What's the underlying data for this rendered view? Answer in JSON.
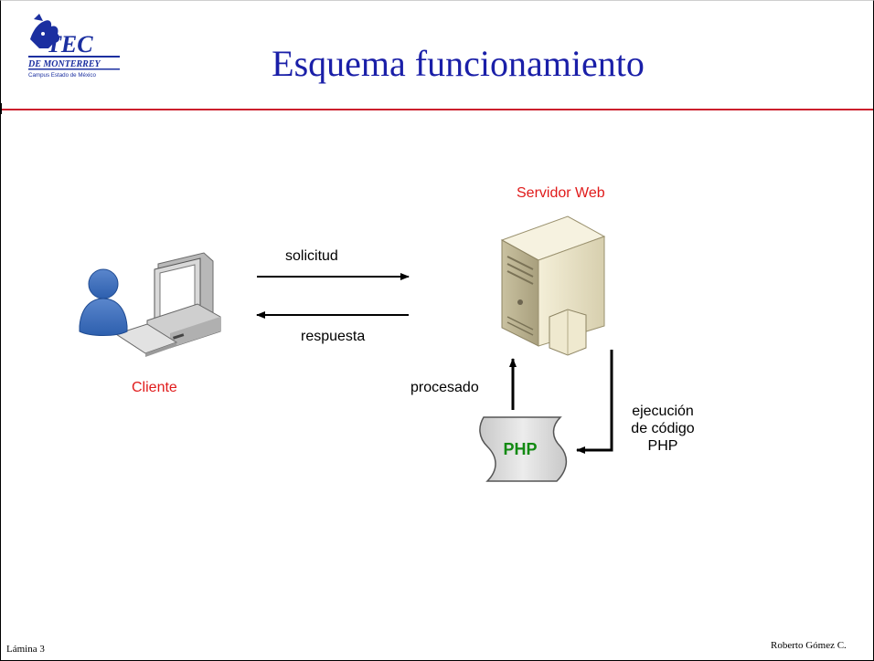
{
  "title": "Esquema funcionamiento",
  "logo": {
    "name": "TEC de Monterrey logo",
    "wordmark": "TEC",
    "line1": "DE MONTERREY",
    "line2": "Campus Estado de México",
    "color": "#1b2fa0"
  },
  "diagram": {
    "client_label": "Cliente",
    "server_label": "Servidor Web",
    "request_label": "solicitud",
    "response_label": "respuesta",
    "processed_label": "procesado",
    "execution_label_lines": [
      "ejecución",
      "de código",
      "PHP"
    ],
    "php_label": "PHP"
  },
  "footer": {
    "left": "Lámina 3",
    "right": "Roberto Gómez C."
  },
  "colors": {
    "title": "#1a1fa8",
    "accent_rule": "#cc1f2d",
    "label_red": "#e01b1b",
    "php_text": "#138a13"
  }
}
